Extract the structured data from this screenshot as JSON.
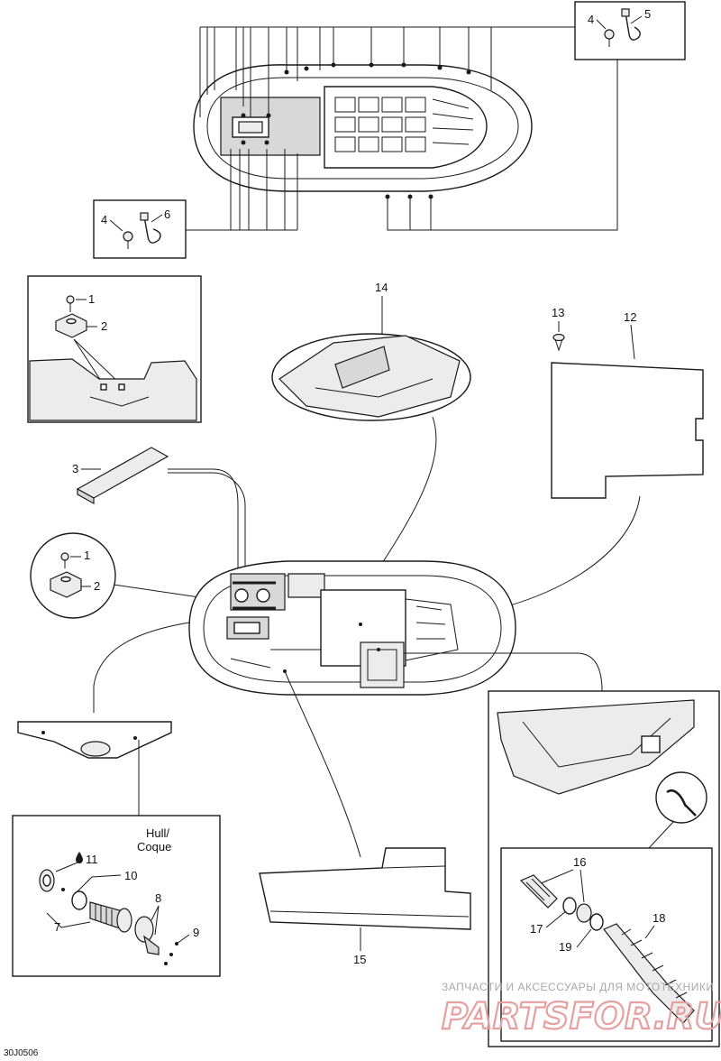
{
  "callouts": {
    "c1a": "1",
    "c2a": "2",
    "c3": "3",
    "c1b": "1",
    "c2b": "2",
    "c4a": "4",
    "c5": "5",
    "c4b": "4",
    "c6": "6",
    "c7": "7",
    "c8": "8",
    "c9": "9",
    "c10": "10",
    "c11": "11",
    "c12": "12",
    "c13": "13",
    "c14": "14",
    "c15": "15",
    "c16": "16",
    "c17": "17",
    "c18": "18",
    "c19": "19"
  },
  "hull_label_line1": "Hull/",
  "hull_label_line2": "Coque",
  "drawing_code": "30J0506",
  "watermark": {
    "line1": "ЗАПЧАСТИ И АКСЕССУАРЫ ДЛЯ МОТОТЕХНИКИ",
    "logo_text": "PARTSFOR.RU"
  }
}
